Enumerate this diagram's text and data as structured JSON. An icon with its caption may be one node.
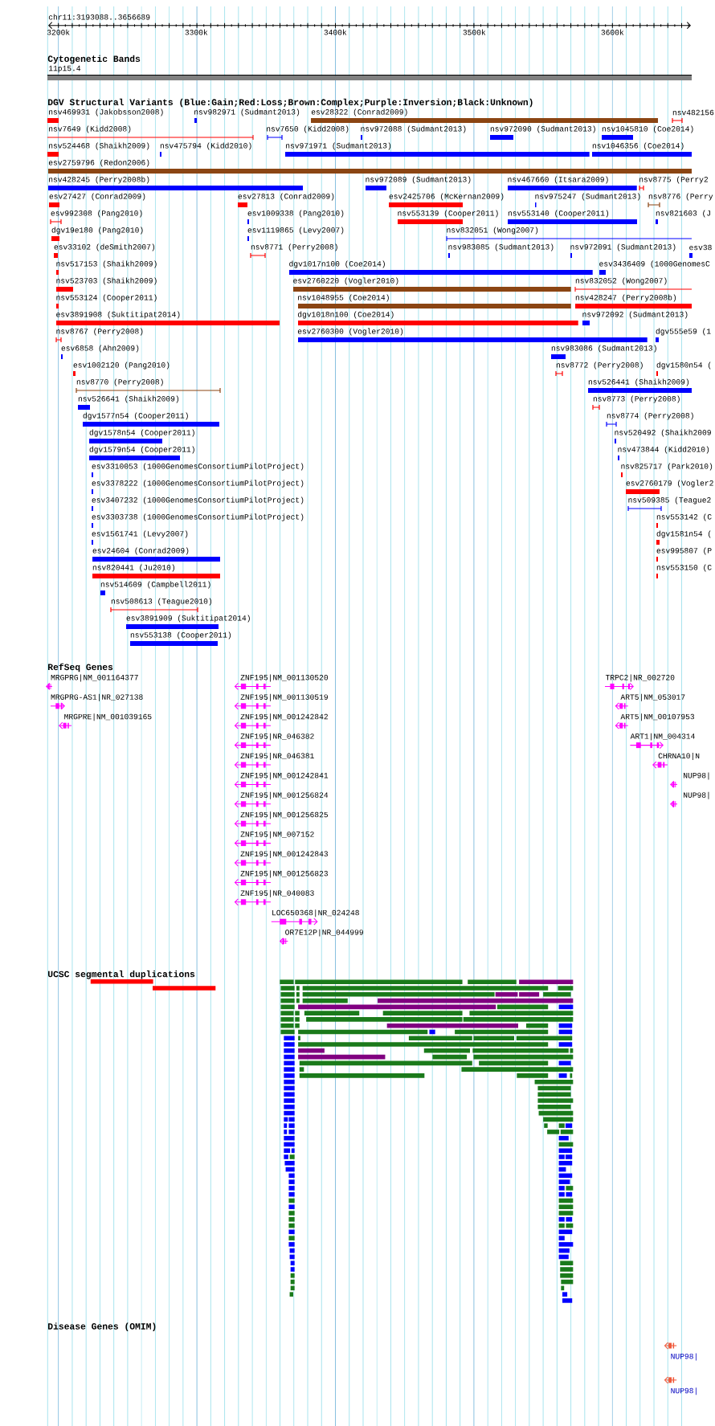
{
  "diagram": {
    "title": "chr11:3193088..3656689",
    "labels": [
      "3200k",
      "3300k",
      "3400k",
      "3500k",
      "3600k",
      "Cytogenetic Bands",
      "11p15.4",
      "DGV Structural Variants (Blue:Gain;Red:Loss;Brown:Complex;Purple:Inversion;Black:Unknown)",
      "nsv469931 (Jakobsson2008)",
      "nsv982971 (Sudmant2013)",
      "esv28322 (Conrad2009)",
      "nsv482156",
      "nsv7649 (Kidd2008)",
      "nsv7650 (Kidd2008)",
      "nsv972088 (Sudmant2013)",
      "nsv972090 (Sudmant2013)",
      "nsv1045810 (Coe2014)",
      "nsv524468 (Shaikh2009)",
      "nsv475794 (Kidd2010)",
      "nsv971971 (Sudmant2013)",
      "nsv1046356 (Coe2014)",
      "esv2759796 (Redon2006)",
      "nsv428245 (Perry2008b)",
      "nsv972089 (Sudmant2013)",
      "nsv467660 (Itsara2009)",
      "nsv8775 (Perry2",
      "esv27427 (Conrad2009)",
      "esv27813 (Conrad2009)",
      "esv2425706 (McKernan2009)",
      "nsv975247 (Sudmant2013)",
      "nsv8776 (Perry",
      "esv992308 (Pang2010)",
      "esv1009338 (Pang2010)",
      "nsv553139 (Cooper2011)",
      "nsv553140 (Cooper2011)",
      "nsv821603 (J",
      "dgv19e180 (Pang2010)",
      "esv1119865 (Levy2007)",
      "nsv832051 (Wong2007)",
      "esv33102 (deSmith2007)",
      "nsv8771 (Perry2008)",
      "nsv983085 (Sudmant2013)",
      "nsv972091 (Sudmant2013)",
      "esv38",
      "nsv517153 (Shaikh2009)",
      "dgv1017n100 (Coe2014)",
      "esv3436409 (1000GenomesC",
      "nsv523703 (Shaikh2009)",
      "esv2760220 (Vogler2010)",
      "nsv832052 (Wong2007)",
      "nsv553124 (Cooper2011)",
      "nsv1048955 (Coe2014)",
      "nsv428247 (Perry2008b)",
      "esv3891908 (Suktitipat2014)",
      "dgv1018n100 (Coe2014)",
      "nsv972092 (Sudmant2013)",
      "nsv8767 (Perry2008)",
      "esv2760300 (Vogler2010)",
      "dgv555e59 (1",
      "esv6858 (Ahn2009)",
      "nsv983086 (Sudmant2013)",
      "esv1002120 (Pang2010)",
      "nsv8772 (Perry2008)",
      "dgv1580n54 (",
      "nsv8770 (Perry2008)",
      "nsv526441 (Shaikh2009)",
      "nsv526641 (Shaikh2009)",
      "nsv8773 (Perry2008)",
      "dgv1577n54 (Cooper2011)",
      "nsv8774 (Perry2008)",
      "dgv1578n54 (Cooper2011)",
      "nsv520492 (Shaikh2009",
      "dgv1579n54 (Cooper2011)",
      "nsv473844 (Kidd2010)",
      "esv3310053 (1000GenomesConsortiumPilotProject)",
      "nsv825717 (Park2010)",
      "esv3378222 (1000GenomesConsortiumPilotProject)",
      "esv2760179 (Vogler2",
      "esv3407232 (1000GenomesConsortiumPilotProject)",
      "nsv509385 (Teague2",
      "esv3303738 (1000GenomesConsortiumPilotProject)",
      "nsv553142 (C",
      "esv1561741 (Levy2007)",
      "dgv1581n54 (",
      "esv24604 (Conrad2009)",
      "esv995807 (P",
      "nsv820441 (Ju2010)",
      "nsv553150 (C",
      "nsv514609 (Campbell2011)",
      "nsv508613 (Teague2010)",
      "esv3891909 (Suktitipat2014)",
      "nsv553138 (Cooper2011)",
      "RefSeq Genes",
      "MRGPRG|NM_001164377",
      "ZNF195|NM_001130520",
      "TRPC2|NR_002720",
      "MRGPRG-AS1|NR_027138",
      "ZNF195|NM_001130519",
      "ART5|NM_053017",
      "MRGPRE|NM_001039165",
      "ZNF195|NM_001242842",
      "ART5|NM_00107953",
      "ZNF195|NR_046382",
      "ART1|NM_004314",
      "ZNF195|NR_046381",
      "CHRNA10|N",
      "ZNF195|NM_001242841",
      "NUP98|",
      "ZNF195|NM_001256824",
      "NUP98|",
      "ZNF195|NM_001256825",
      "ZNF195|NM_007152",
      "ZNF195|NM_001242843",
      "ZNF195|NM_001256823",
      "ZNF195|NR_040083",
      "LOC650368|NR_024248",
      "OR7E12P|NR_044999",
      "UCSC segmental duplications",
      "Disease Genes (OMIM)",
      "NUP98|",
      "NUP98|"
    ]
  }
}
